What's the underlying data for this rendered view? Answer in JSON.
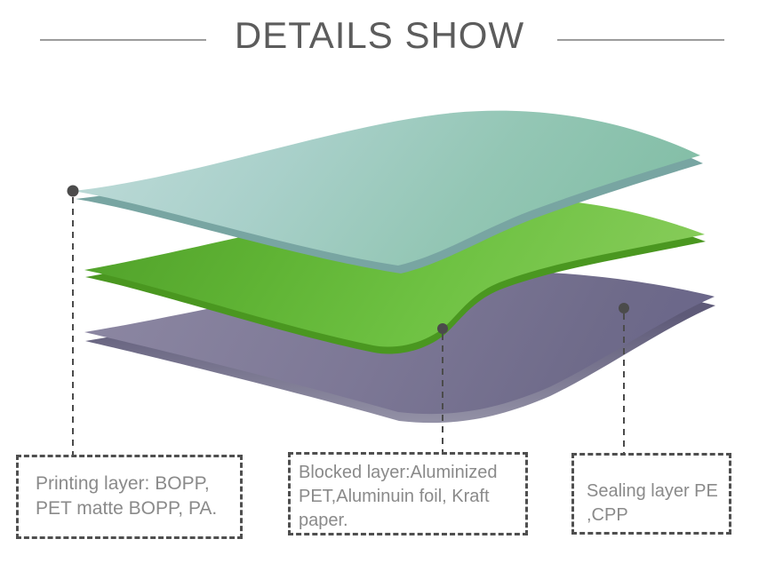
{
  "header": {
    "title": "DETAILS SHOW"
  },
  "colors": {
    "title_text": "#5c5c5c",
    "divider_line": "#9c9c9c",
    "callout_border": "#4f4f4f",
    "callout_text": "#8a8a8a",
    "connector_ink": "#4b4b4b"
  },
  "layers": {
    "printing": {
      "description": "top teal film sheet",
      "g0": "#c0dcda",
      "g1": "#a9d0ca",
      "g2": "#93c6b4",
      "g3": "#85bfa8",
      "edge": "#78a5a2"
    },
    "blocked": {
      "description": "middle green film sheet",
      "g0": "#4f9f29",
      "g1": "#5fb334",
      "g2": "#6fc243",
      "g3": "#85cb58",
      "edge": "#4a9720"
    },
    "sealing": {
      "description": "bottom purple film sheet",
      "g0": "#8d88a3",
      "g1": "#7d7896",
      "g2": "#6f6b8a",
      "g3": "#6b678a",
      "edge_top": "#5e5a78",
      "edge_bottom": "#9391a6"
    }
  },
  "callouts": [
    {
      "label": "Printing layer: BOPP, PET matte BOPP, PA."
    },
    {
      "label": "Blocked layer:Aluminized PET,Aluminuin foil, Kraft paper."
    },
    {
      "label": "Sealing layer PE ,CPP"
    }
  ]
}
